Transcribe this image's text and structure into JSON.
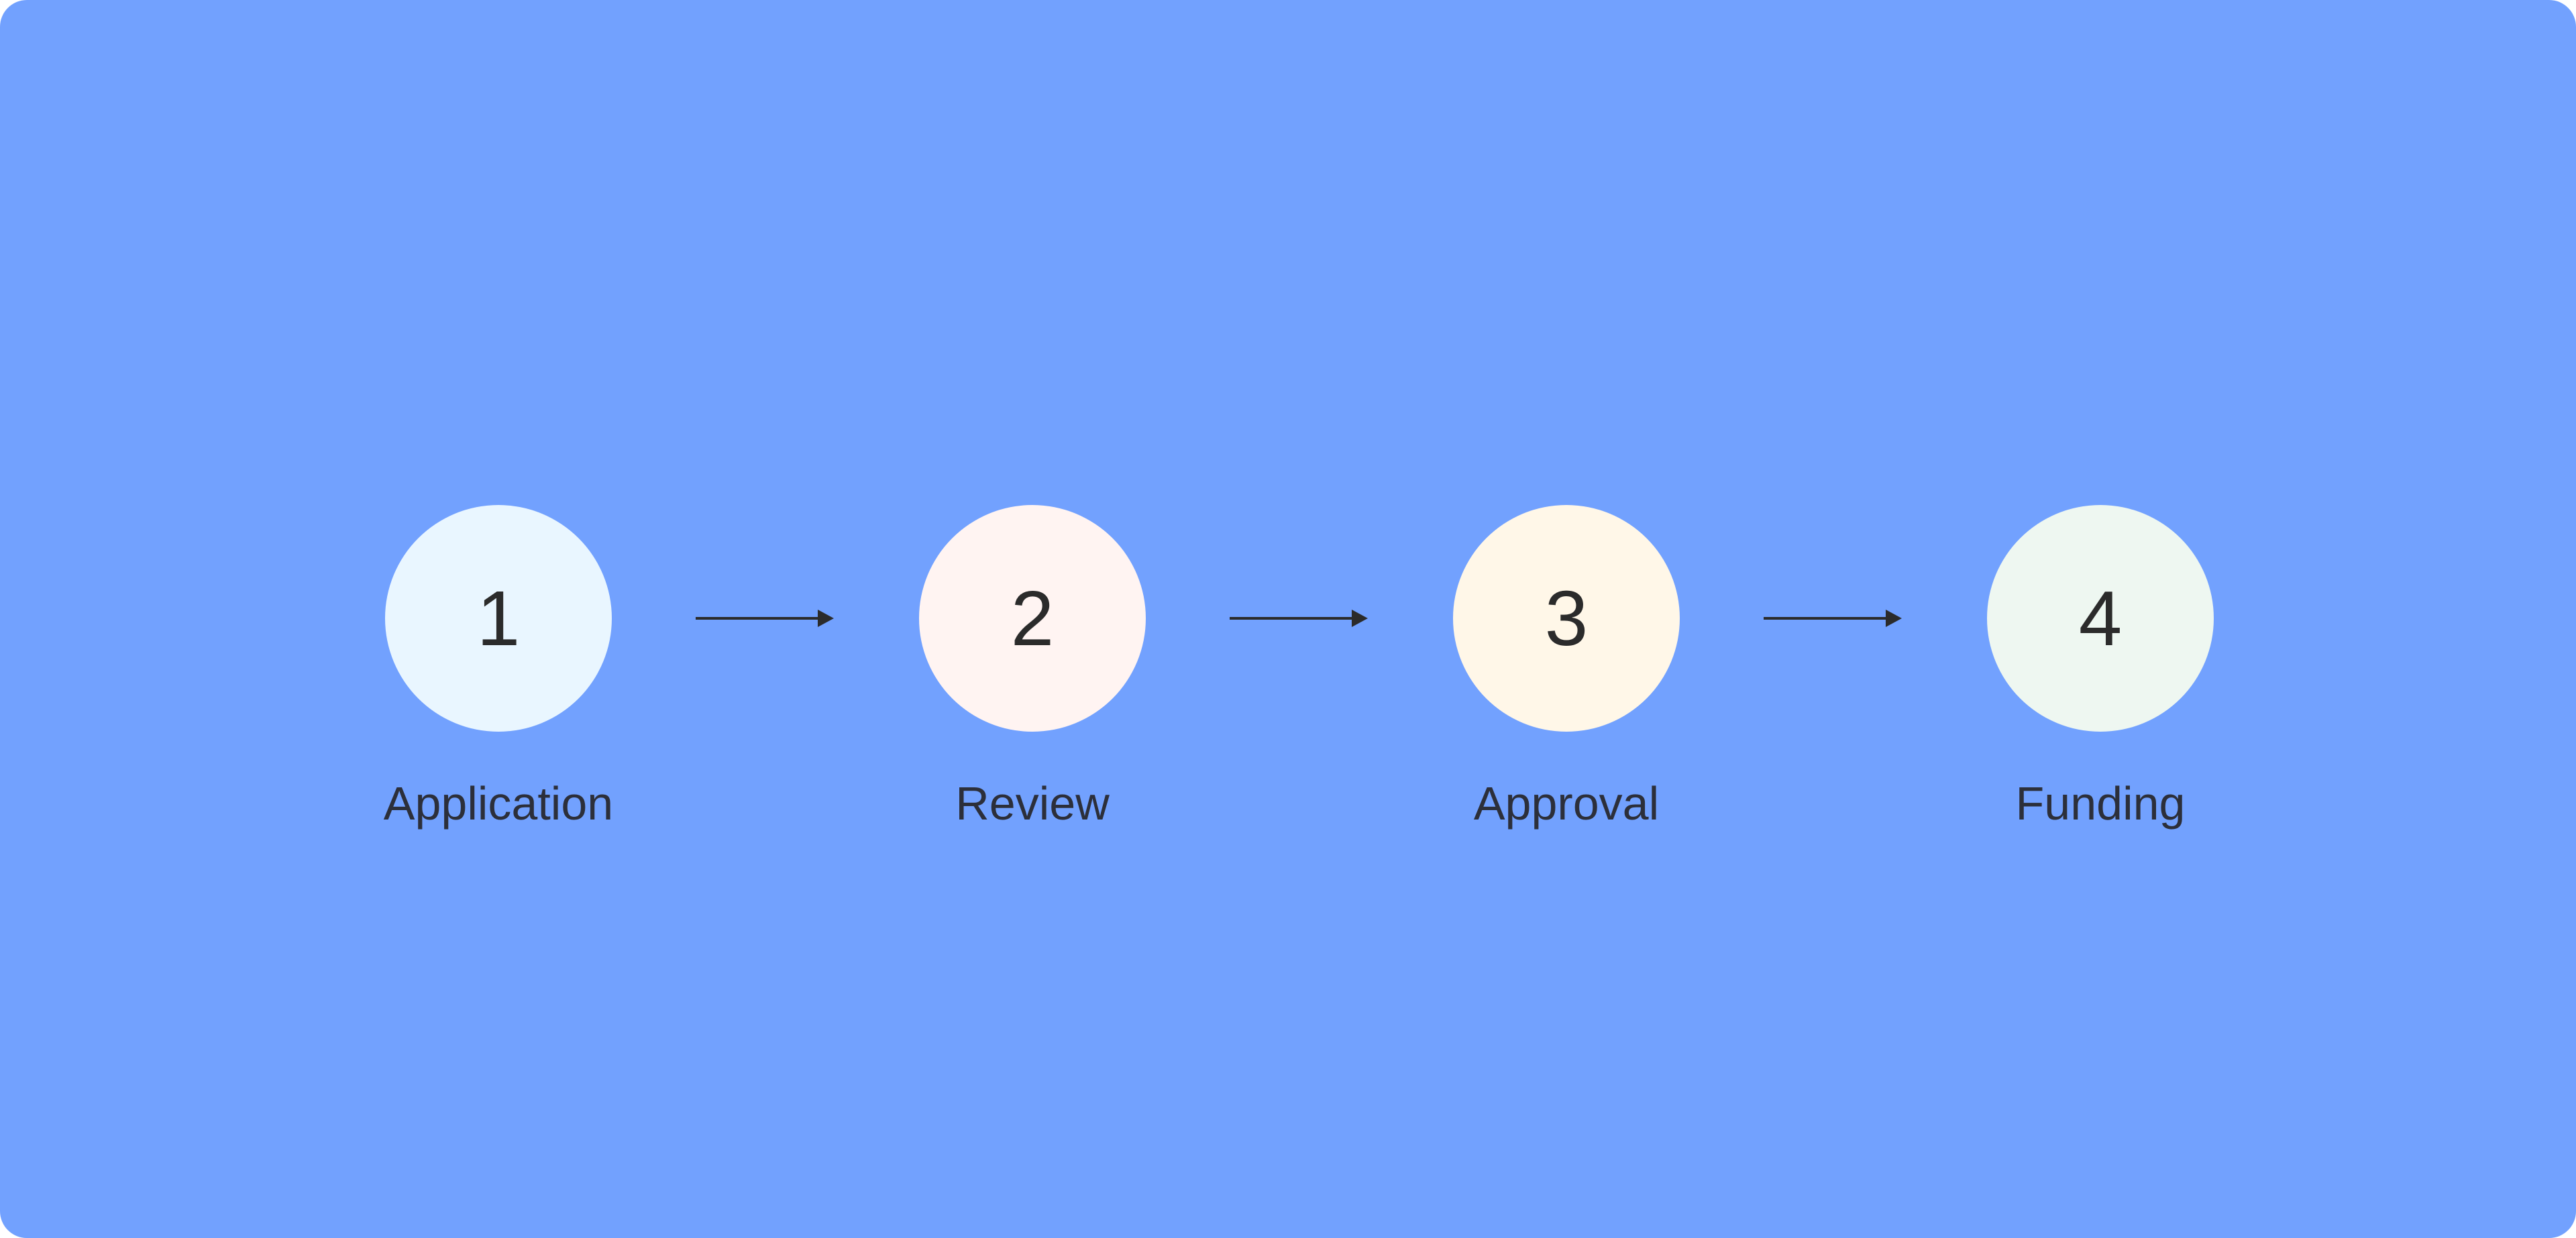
{
  "diagram": {
    "background_color": "#72a1fe",
    "steps": [
      {
        "number": "1",
        "label": "Application",
        "circle_color": "#e9f6ff"
      },
      {
        "number": "2",
        "label": "Review",
        "circle_color": "#fff4f2"
      },
      {
        "number": "3",
        "label": "Approval",
        "circle_color": "#fff7e8"
      },
      {
        "number": "4",
        "label": "Funding",
        "circle_color": "#eef7f1"
      }
    ],
    "connectors": [
      {
        "from": "1",
        "to": "2"
      },
      {
        "from": "2",
        "to": "3"
      },
      {
        "from": "3",
        "to": "4"
      }
    ]
  }
}
